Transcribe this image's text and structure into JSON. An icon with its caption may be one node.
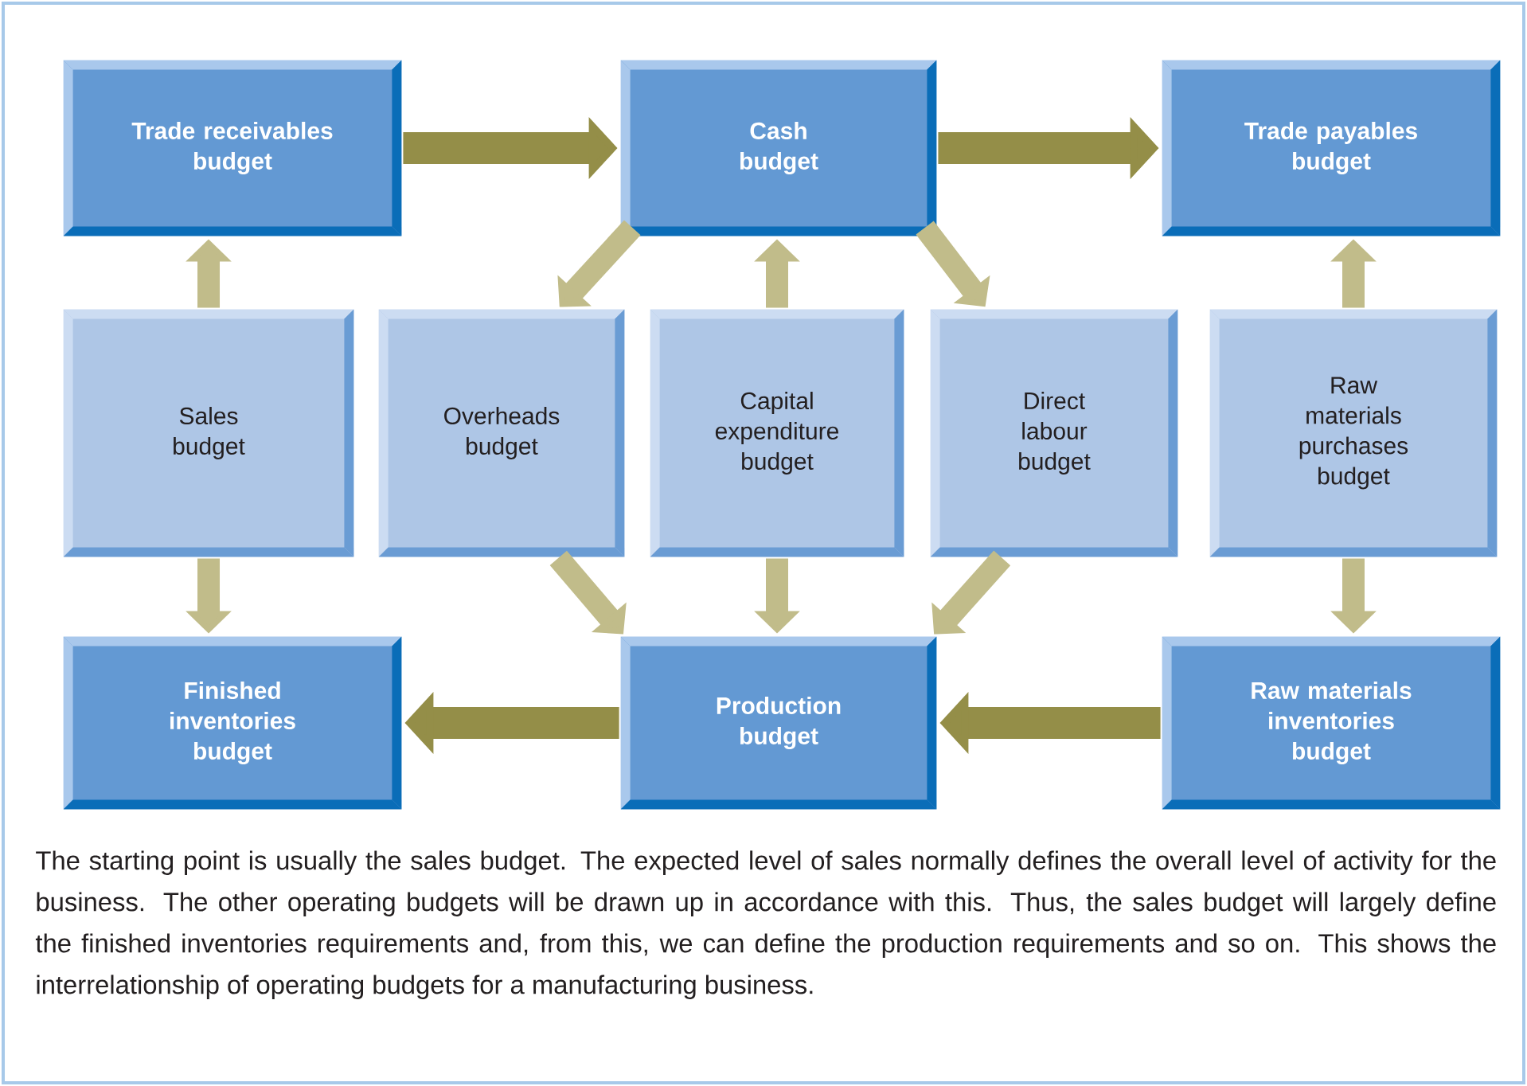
{
  "diagram": {
    "caption": "The starting point is usually the sales budget. The expected level of sales normally defines the overall level of activity for the business. The other operating budgets will be drawn up in accordance with this. Thus, the sales budget will largely define the finished inventories requirements and, from this, we can define the production requirements and so on. This shows the interrelationship of operating budgets for a manufacturing business.",
    "nodes": [
      {
        "text": [
          "Trade receivables budget"
        ]
      },
      {
        "text": [
          "Cash budget"
        ]
      },
      {
        "text": [
          "Trade payables budget"
        ]
      },
      {
        "text": [
          "Sales budget"
        ]
      },
      {
        "text": [
          "Overheads budget"
        ]
      },
      {
        "text": [
          "Capital expenditure budget"
        ]
      },
      {
        "text": [
          "Direct labour budget"
        ]
      },
      {
        "text": [
          "Raw materials purchases budget"
        ]
      },
      {
        "text": [
          "Finished inventories budget"
        ]
      },
      {
        "text": [
          "Production budget"
        ]
      },
      {
        "text": [
          "Raw materials inventories budget"
        ]
      }
    ],
    "edges": [
      {
        "from": 0,
        "to": 1,
        "arrow": "to",
        "color": "#948e48"
      },
      {
        "from": 1,
        "to": 2,
        "arrow": "to",
        "color": "#948e48"
      },
      {
        "from": 1,
        "to": 4,
        "arrow": "to"
      },
      {
        "from": 5,
        "to": 1,
        "arrow": "to"
      },
      {
        "from": 1,
        "to": 6,
        "arrow": "to"
      },
      {
        "from": 3,
        "to": 0,
        "arrow": "to"
      },
      {
        "from": 7,
        "to": 2,
        "arrow": "to"
      },
      {
        "from": 3,
        "to": 8,
        "arrow": "to"
      },
      {
        "from": 4,
        "to": 9,
        "arrow": "to"
      },
      {
        "from": 5,
        "to": 9,
        "arrow": "to"
      },
      {
        "from": 6,
        "to": 9,
        "arrow": "to"
      },
      {
        "from": 7,
        "to": 10,
        "arrow": "to"
      },
      {
        "from": 9,
        "to": 8,
        "arrow": "to",
        "color": "#948e48"
      },
      {
        "from": 10,
        "to": 9,
        "arrow": "to",
        "color": "#948e48"
      }
    ]
  }
}
